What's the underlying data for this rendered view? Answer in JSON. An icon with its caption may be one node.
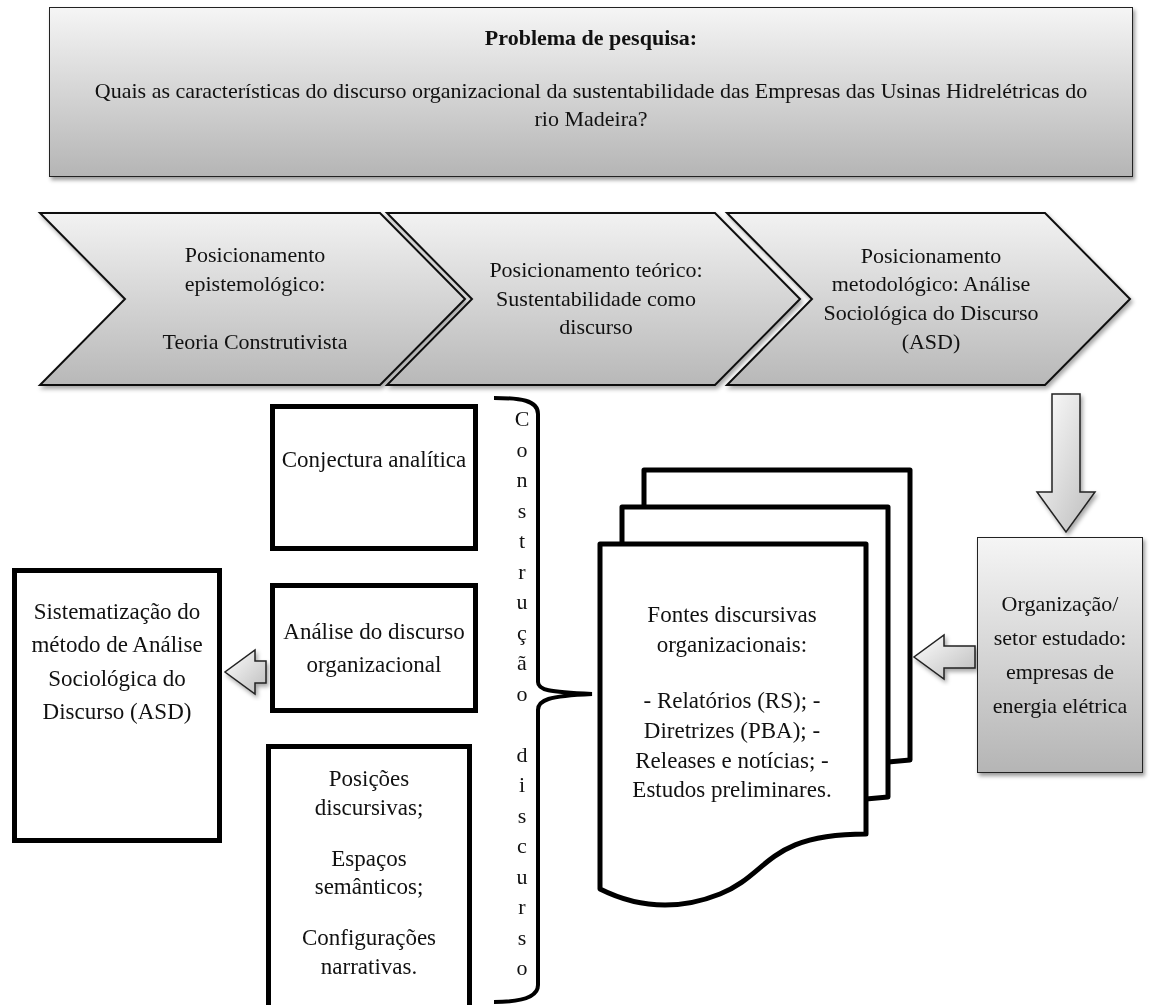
{
  "diagram": {
    "nodes": [
      {
        "text": [
          "Problema de pesquisa:",
          "Quais as características do discurso organizacional da sustentabilidade das Empresas das Usinas Hidrelétricas do rio Madeira?"
        ]
      },
      {
        "text": [
          "Posicionamento epistemológico:",
          "Teoria Construtivista"
        ]
      },
      {
        "text": [
          "Posicionamento teórico: Sustentabilidade como discurso"
        ]
      },
      {
        "text": [
          "Posicionamento metodológico: Análise Sociológica do Discurso (ASD)"
        ]
      },
      {
        "text": [
          "Organização/ setor estudado: empresas de energia elétrica"
        ]
      },
      {
        "text": [
          "Fontes discursivas organizacionais:",
          "- Relatórios (RS); - Diretrizes (PBA); -Releases e notícias; -Estudos preliminares."
        ]
      },
      {
        "text": [
          "Conjectura analítica"
        ]
      },
      {
        "text": [
          "Análise do discurso organizacional"
        ]
      },
      {
        "text": [
          "Posições discursivas;",
          "Espaços semânticos;",
          "Configurações narrativas."
        ]
      },
      {
        "text": [
          "Sistematização do método de Análise Sociológica do Discurso (ASD)"
        ]
      }
    ],
    "edges": [
      {
        "from": 3,
        "to": 4,
        "arrow": "to"
      },
      {
        "from": 4,
        "to": 5,
        "arrow": "to"
      },
      {
        "from": 7,
        "to": 9,
        "arrow": "to"
      }
    ],
    "labels": [
      "Construção discurso"
    ]
  }
}
